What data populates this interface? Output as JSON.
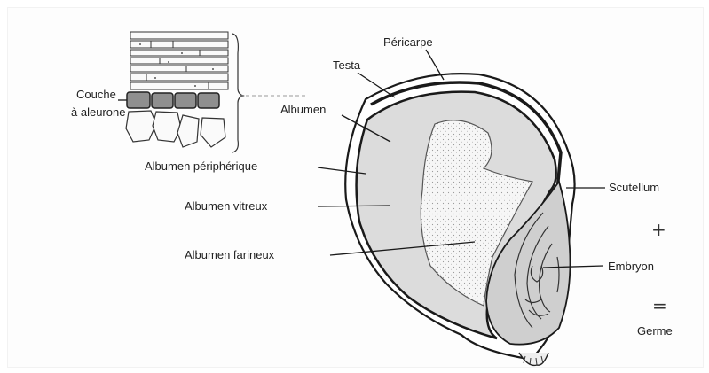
{
  "labels": {
    "couche_line1": "Couche",
    "couche_line2": "à aleurone",
    "pericarpe": "Péricarpe",
    "testa": "Testa",
    "albumen": "Albumen",
    "albumen_peripherique": "Albumen périphérique",
    "albumen_vitreux": "Albumen vitreux",
    "albumen_farineux": "Albumen farineux",
    "scutellum": "Scutellum",
    "plus": "+",
    "embryon": "Embryon",
    "equals": "=",
    "germe": "Germe"
  },
  "colors": {
    "outline": "#1a1a1a",
    "endosperm_fill": "#dcdcdc",
    "floury_fill": "#f4f4f4",
    "embryo_fill": "#cfcfcf",
    "aleurone_fill": "#8f8f8f"
  }
}
